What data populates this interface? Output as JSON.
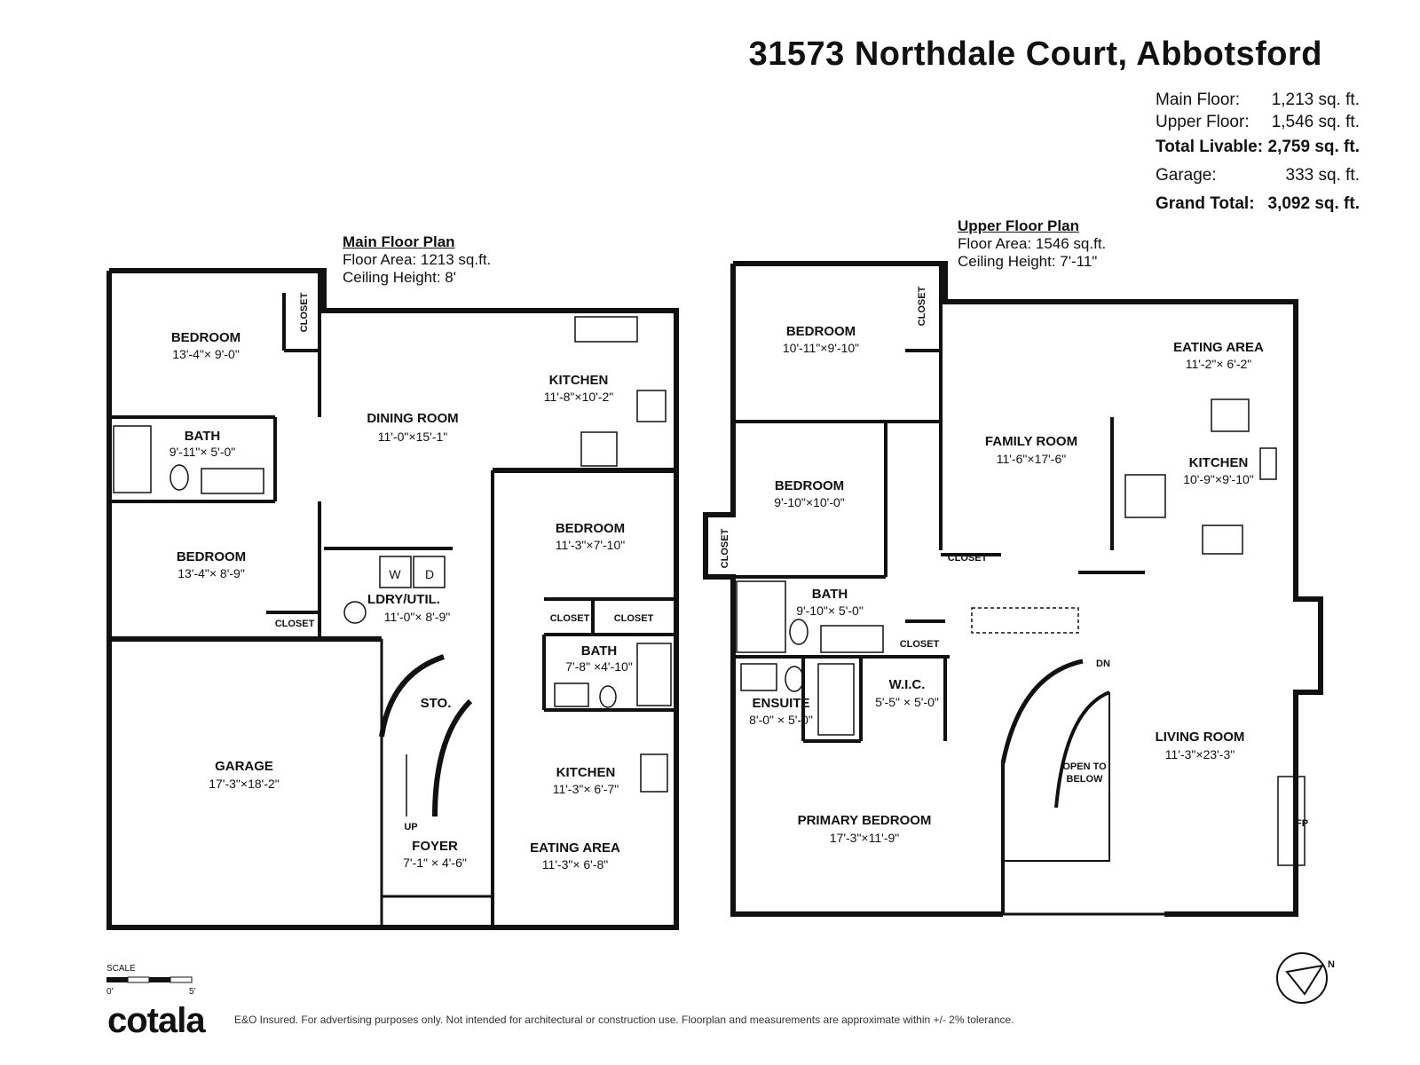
{
  "header": {
    "title": "31573 Northdale Court, Abbotsford"
  },
  "areas": {
    "main_floor_label": "Main Floor:",
    "main_floor_value": "1,213 sq. ft.",
    "upper_floor_label": "Upper Floor:",
    "upper_floor_value": "1,546 sq. ft.",
    "total_livable_label": "Total Livable:",
    "total_livable_value": "2,759 sq. ft.",
    "garage_label": "Garage:",
    "garage_value": "333 sq. ft.",
    "grand_total_label": "Grand Total:",
    "grand_total_value": "3,092 sq. ft."
  },
  "main_floor": {
    "heading": "Main Floor Plan",
    "floor_area": "Floor Area: 1213 sq.ft.",
    "ceiling": "Ceiling Height: 8'",
    "rooms": {
      "bedroom1_name": "BEDROOM",
      "bedroom1_dim": "13'-4\"× 9'-0\"",
      "dining_name": "DINING ROOM",
      "dining_dim": "11'-0\"×15'-1\"",
      "kitchen_name": "KITCHEN",
      "kitchen_dim": "11'-8\"×10'-2\"",
      "bath1_name": "BATH",
      "bath1_dim": "9'-11\"× 5'-0\"",
      "bedroom2_name": "BEDROOM",
      "bedroom2_dim": "13'-4\"× 8'-9\"",
      "bedroom3_name": "BEDROOM",
      "bedroom3_dim": "11'-3\"×7'-10\"",
      "ldry_name": "LDRY/UTIL.",
      "ldry_dim": "11'-0\"× 8'-9\"",
      "closet_a": "CLOSET",
      "closet_b": "CLOSET",
      "closet_c": "CLOSET",
      "closet_d": "CLOSET",
      "bath2_name": "BATH",
      "bath2_dim": "7'-8\" ×4'-10\"",
      "sto": "STO.",
      "garage_name": "GARAGE",
      "garage_dim": "17'-3\"×18'-2\"",
      "kitchen2_name": "KITCHEN",
      "kitchen2_dim": "11'-3\"× 6'-7\"",
      "eating_name": "EATING AREA",
      "eating_dim": "11'-3\"× 6'-8\"",
      "foyer_name": "FOYER",
      "foyer_dim": "7'-1\" × 4'-6\"",
      "up": "UP",
      "washer": "W",
      "dryer": "D"
    }
  },
  "upper_floor": {
    "heading": "Upper Floor Plan",
    "floor_area": "Floor Area: 1546 sq.ft.",
    "ceiling": "Ceiling Height: 7'-11\"",
    "rooms": {
      "bedroom1_name": "BEDROOM",
      "bedroom1_dim": "10'-11\"×9'-10\"",
      "closet_a": "CLOSET",
      "eating_name": "EATING AREA",
      "eating_dim": "11'-2\"× 6'-2\"",
      "family_name": "FAMILY ROOM",
      "family_dim": "11'-6\"×17'-6\"",
      "kitchen_name": "KITCHEN",
      "kitchen_dim": "10'-9\"×9'-10\"",
      "bedroom2_name": "BEDROOM",
      "bedroom2_dim": "9'-10\"×10'-0\"",
      "closet_b": "CLOSET",
      "closet_c": "CLOSET",
      "closet_d": "CLOSET",
      "bath_name": "BATH",
      "bath_dim": "9'-10\"× 5'-0\"",
      "ensuite_name": "ENSUITE",
      "ensuite_dim": "8'-0\" × 5'-0\"",
      "wic_name": "W.I.C.",
      "wic_dim": "5'-5\" × 5'-0\"",
      "living_name": "LIVING ROOM",
      "living_dim": "11'-3\"×23'-3\"",
      "open_to": "OPEN TO",
      "below": "BELOW",
      "primary_name": "PRIMARY BEDROOM",
      "primary_dim": "17'-3\"×11'-9\"",
      "dn": "DN",
      "fp": "FP"
    }
  },
  "footer": {
    "scale_label": "SCALE",
    "scale_zero": "0'",
    "scale_five": "5'",
    "brand": "cotala",
    "disclaimer": "E&O Insured. For advertising purposes only. Not intended for architectural or construction use. Floorplan and measurements are approximate within +/- 2% tolerance."
  },
  "compass": {
    "label": "N"
  }
}
